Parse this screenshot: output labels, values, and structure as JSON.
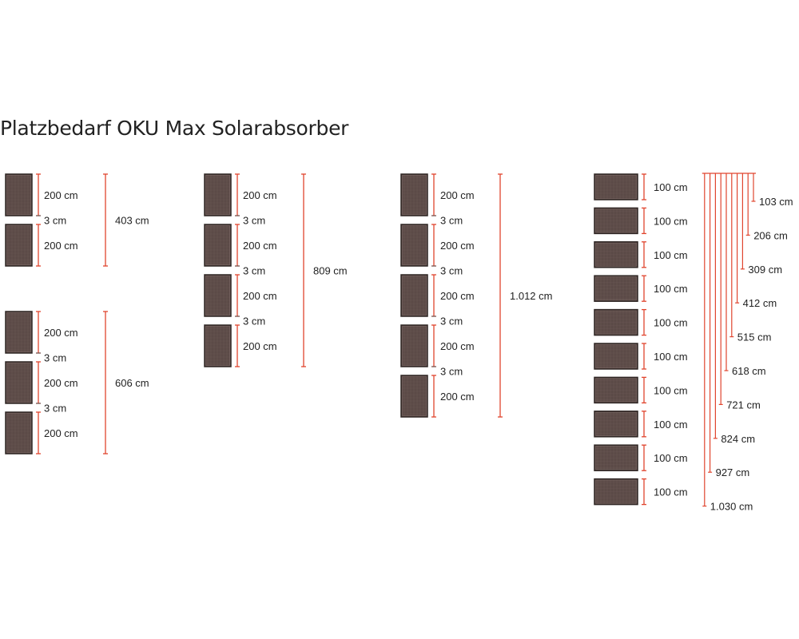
{
  "title": "Platzbedarf OKU Max Solarabsorber",
  "colors": {
    "dimension_line": "#e0452e",
    "panel_fill": "#5b4a47",
    "panel_border": "#2f2624",
    "panel_grid": "#7a6865",
    "gap_line": "#555555"
  },
  "configurations": [
    {
      "panel_count": 2,
      "orientation": "vertical",
      "segments": [
        "200 cm",
        "3 cm",
        "200 cm"
      ],
      "total": "403 cm"
    },
    {
      "panel_count": 3,
      "orientation": "vertical",
      "segments": [
        "200 cm",
        "3 cm",
        "200 cm",
        "3 cm",
        "200 cm"
      ],
      "total": "606 cm"
    },
    {
      "panel_count": 4,
      "orientation": "vertical",
      "segments": [
        "200 cm",
        "3 cm",
        "200 cm",
        "3 cm",
        "200 cm",
        "3 cm",
        "200 cm"
      ],
      "total": "809 cm"
    },
    {
      "panel_count": 5,
      "orientation": "vertical",
      "segments": [
        "200 cm",
        "3 cm",
        "200 cm",
        "3 cm",
        "200 cm",
        "3 cm",
        "200 cm",
        "3 cm",
        "200 cm"
      ],
      "total": "1.012 cm"
    },
    {
      "panel_count": 10,
      "orientation": "horizontal",
      "panel_label": "100 cm",
      "cumulative": [
        "103 cm",
        "206 cm",
        "309 cm",
        "412 cm",
        "515 cm",
        "618 cm",
        "721 cm",
        "824 cm",
        "927 cm",
        "1.030 cm"
      ]
    }
  ]
}
